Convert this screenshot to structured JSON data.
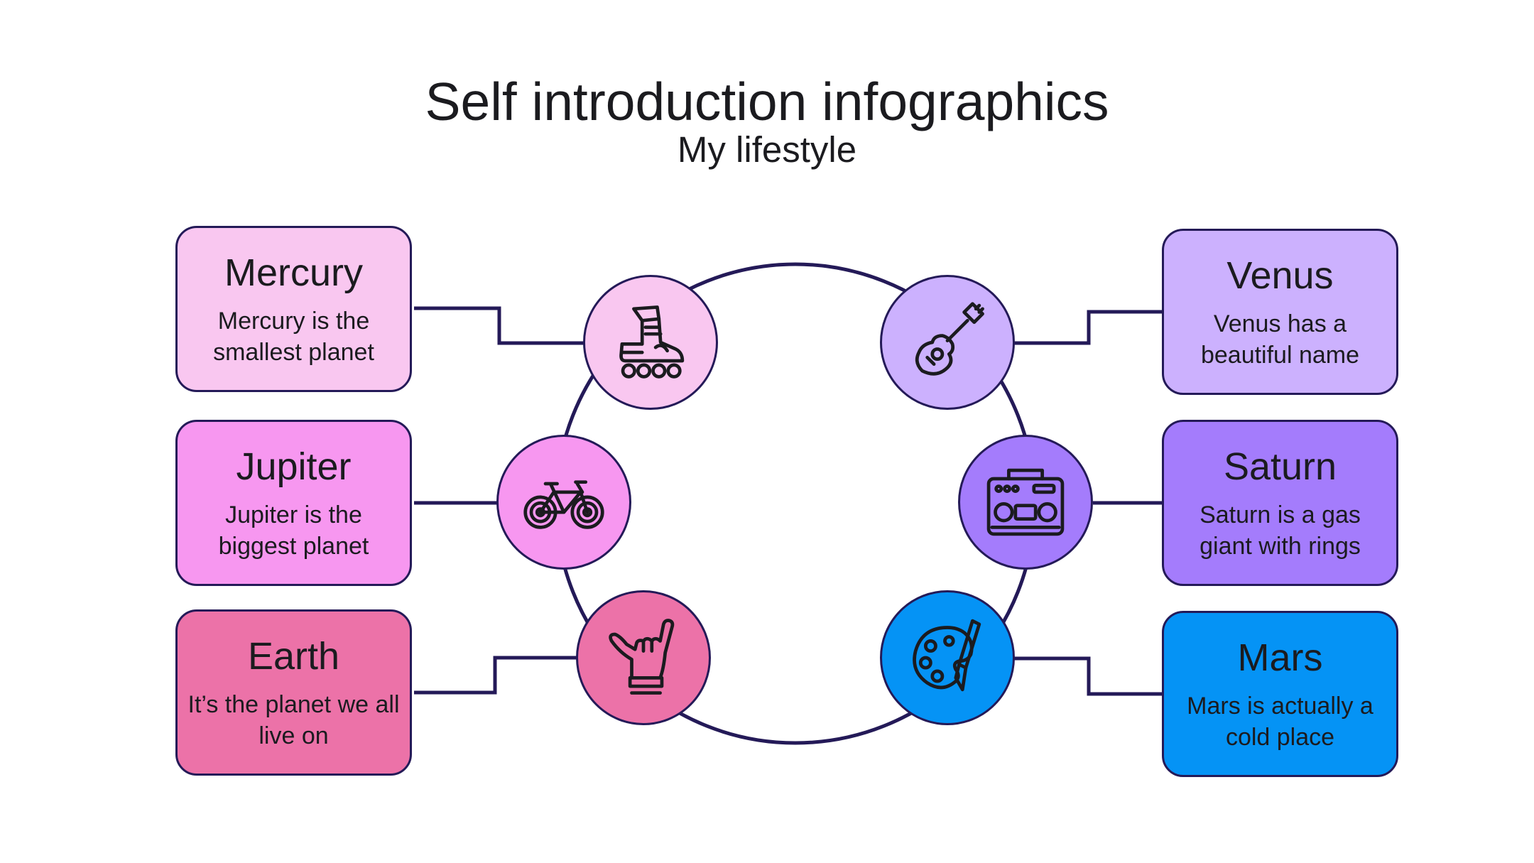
{
  "header": {
    "title": "Self introduction infographics",
    "subtitle": "My lifestyle"
  },
  "items": [
    {
      "name": "Mercury",
      "description": "Mercury is the smallest planet",
      "icon": "inline-skate-icon",
      "color": "#f9c7f0"
    },
    {
      "name": "Jupiter",
      "description": "Jupiter is the biggest planet",
      "icon": "bicycle-icon",
      "color": "#f797f0"
    },
    {
      "name": "Earth",
      "description": "It’s the planet we all live on",
      "icon": "shaka-hand-icon",
      "color": "#ec72a8"
    },
    {
      "name": "Venus",
      "description": "Venus has a beautiful name",
      "icon": "guitar-icon",
      "color": "#ccb1fe"
    },
    {
      "name": "Saturn",
      "description": "Saturn is a gas giant with rings",
      "icon": "boombox-icon",
      "color": "#a47cfc"
    },
    {
      "name": "Mars",
      "description": "Mars is actually a cold place",
      "icon": "paint-palette-icon",
      "color": "#0593f5"
    }
  ],
  "colors": {
    "outline": "#241a58",
    "text": "#1b1b1f",
    "background": "#ffffff"
  }
}
